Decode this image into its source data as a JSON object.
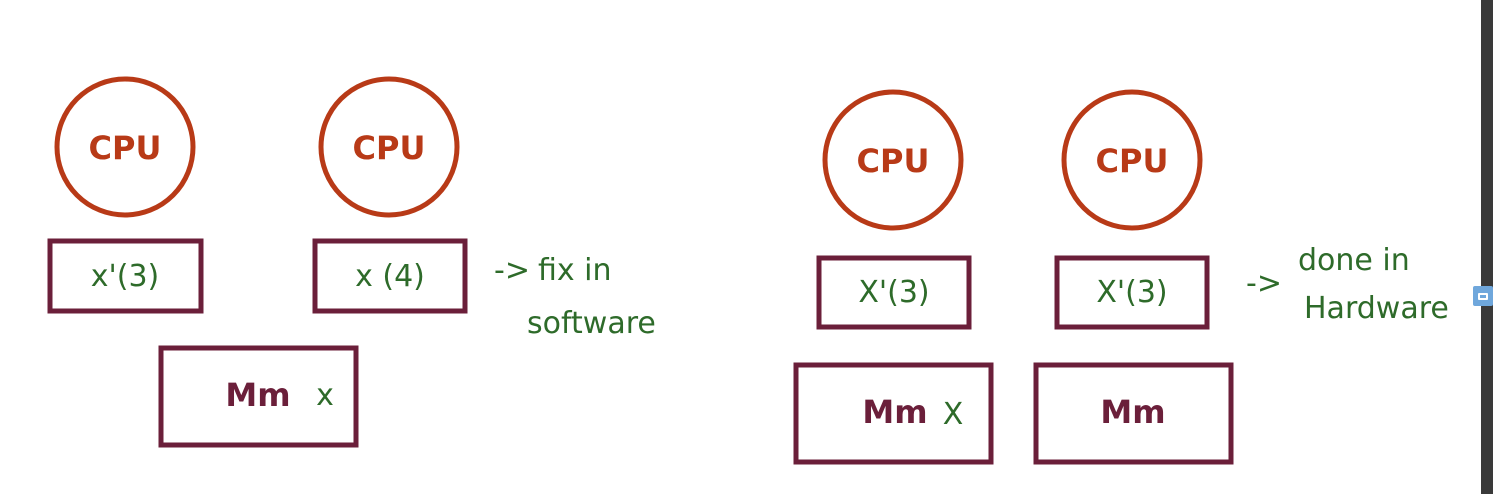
{
  "colors": {
    "cpu": "#b83a17",
    "box": "#6b1f3a",
    "ink": "#2e6b2a"
  },
  "left": {
    "cpu1": "CPU",
    "cpu2": "CPU",
    "cache1": "x'(3)",
    "cache2": "x (4)",
    "memory_text": "Mm",
    "memory_var": "x",
    "note_arrow": "->",
    "note_line1": "fix in",
    "note_line2": "software"
  },
  "right": {
    "cpu1": "CPU",
    "cpu2": "CPU",
    "cache1": "X'(3)",
    "cache2": "X'(3)",
    "memory1_text": "Mm",
    "memory1_var": "X",
    "memory2_text": "Mm",
    "note_arrow": "->",
    "note_line1": "done in",
    "note_line2": "Hardware"
  },
  "icons": {
    "side_widget": "caption-icon"
  }
}
